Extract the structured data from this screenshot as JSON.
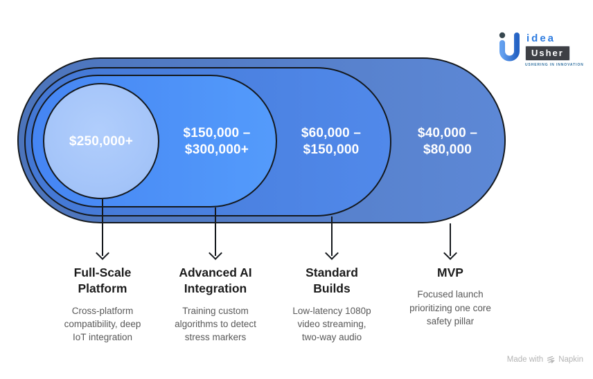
{
  "header": {
    "logo": {
      "word_top": "idea",
      "word_bottom": "Usher",
      "tagline": "USHERING IN INNOVATION",
      "accent_color": "#2e7ce0",
      "box_color": "#3e4045"
    }
  },
  "diagram": {
    "type": "nested-stadium-cost-tiers",
    "outline_color": "#14181c",
    "tiers": [
      {
        "id": "full-scale-platform",
        "price": "$250,000+",
        "fill": "radial-gradient(circle at 48% 42%, #b1cefc 0%, #a5c5f9 60%, #9bbdf4 100%)",
        "heading": "Full-Scale\nPlatform",
        "description": "Cross-platform\ncompatibility, deep\nIoT integration"
      },
      {
        "id": "advanced-ai-integration",
        "price": "$150,000 –\n$300,000+",
        "fill": "linear-gradient(to right, #4585f3, #549bfb)",
        "heading": "Advanced AI\nIntegration",
        "description": "Training custom\nalgorithms to detect\nstress markers"
      },
      {
        "id": "standard-builds",
        "price": "$60,000 –\n$150,000",
        "fill": "linear-gradient(to right, #4377d4, #5189ea)",
        "heading": "Standard\nBuilds",
        "description": "Low-latency 1080p\nvideo streaming,\ntwo-way audio"
      },
      {
        "id": "mvp",
        "price": "$40,000 –\n$80,000",
        "fill": "linear-gradient(to right, #4c74bb, #5d88d6)",
        "heading": "MVP",
        "description": "Focused launch\nprioritizing one core\nsafety pillar"
      }
    ]
  },
  "footer": {
    "made_with": "Made with",
    "brand": "Napkin"
  }
}
